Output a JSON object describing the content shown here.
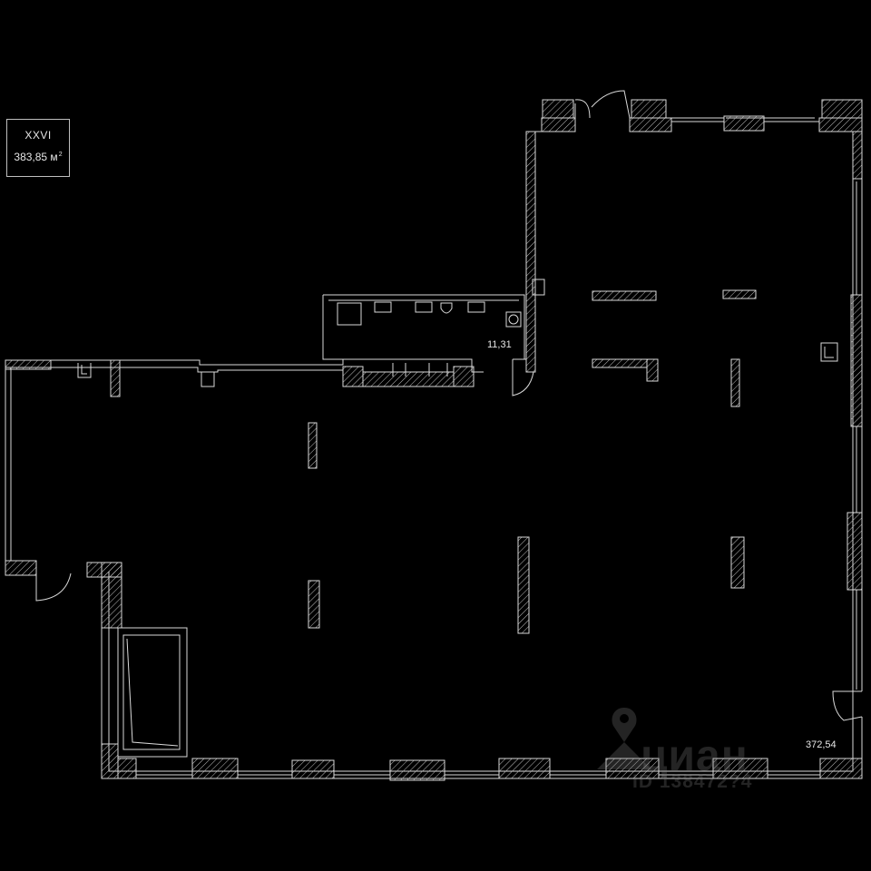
{
  "unit": {
    "number": "XXVI",
    "area_value": "383,85 м",
    "area_unit_sup": "2"
  },
  "rooms": {
    "small_area": "11,31",
    "main_area": "372,54"
  },
  "watermark": {
    "brand": "циан",
    "listing_id": "ID 138472?4"
  },
  "colors": {
    "background": "#000000",
    "lines": "#d9d9d9",
    "hatch": "#bfbfbf"
  }
}
